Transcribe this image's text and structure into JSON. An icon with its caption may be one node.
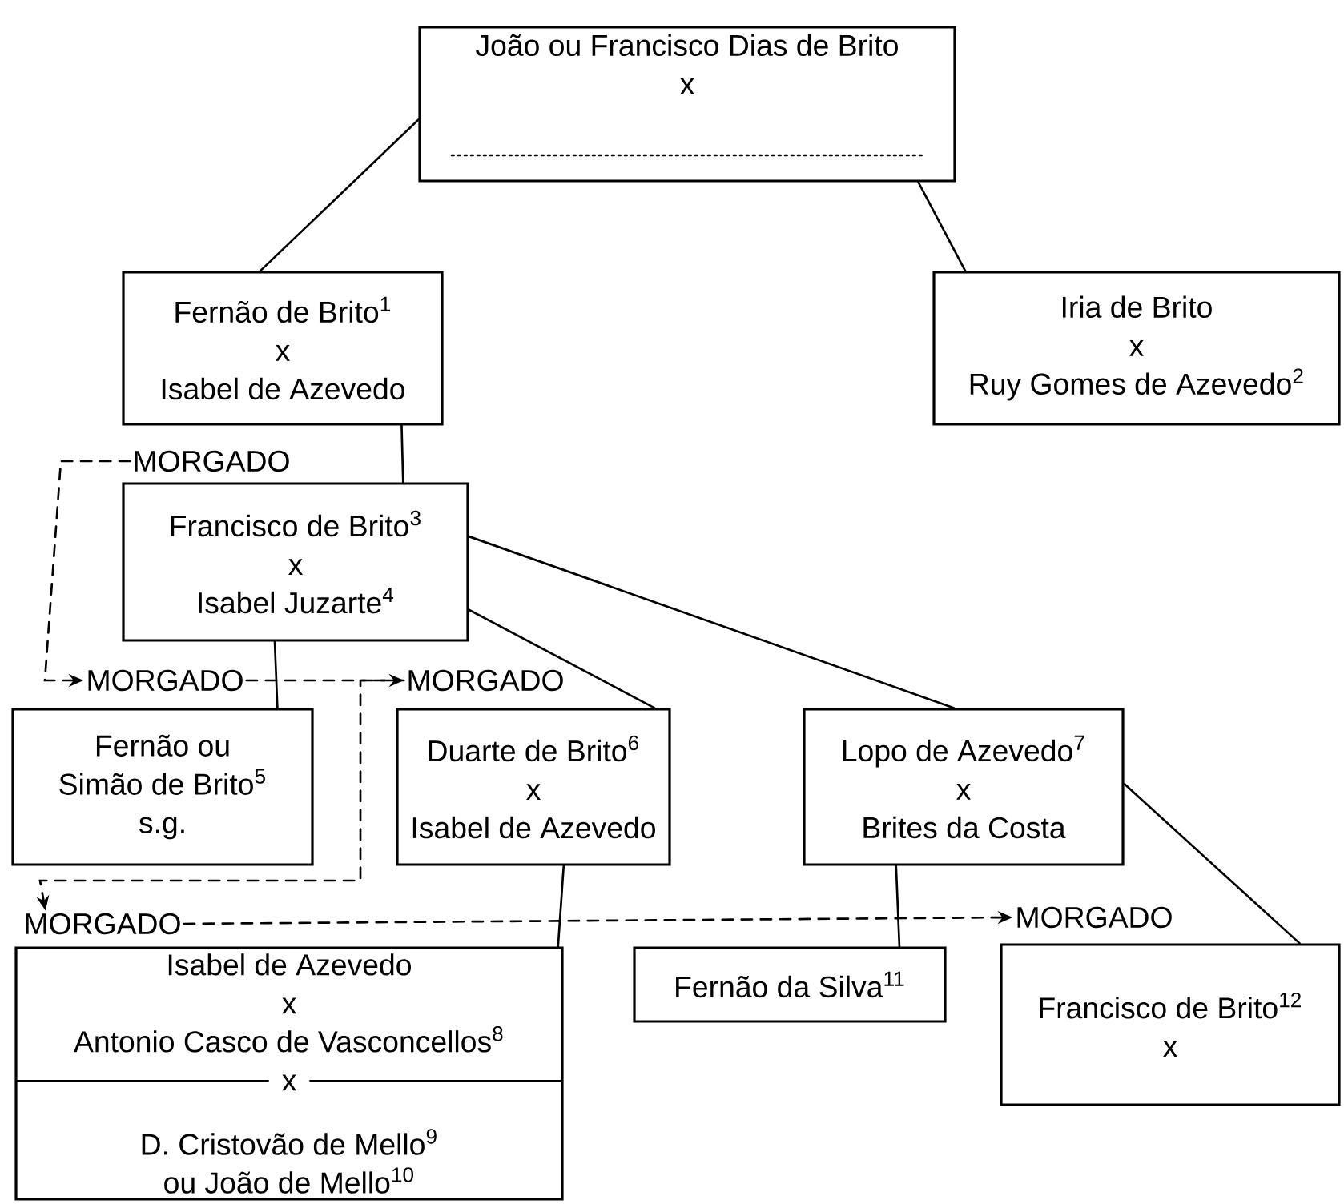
{
  "diagram": {
    "nodes": [
      {
        "text": [
          "João ou Francisco Dias de Brito",
          "x"
        ]
      },
      {
        "text": [
          "Fernão de Brito$^{1}$",
          "x",
          "Isabel de Azevedo"
        ]
      },
      {
        "text": [
          "Iria de Brito",
          "x",
          "Ruy Gomes de Azevedo$^{2}$"
        ]
      },
      {
        "text": [
          "Francisco de Brito$^{3}$",
          "x",
          "Isabel Juzarte$^{4}$"
        ]
      },
      {
        "text": [
          "Fernão ou Simão de Brito$^{5}$",
          "s.g."
        ]
      },
      {
        "text": [
          "Duarte de Brito$^{6}$",
          "x",
          "Isabel de Azevedo"
        ]
      },
      {
        "text": [
          "Lopo de Azevedo$^{7}$",
          "x",
          "Brites da Costa"
        ]
      },
      {
        "text": [
          "Isabel de Azevedo",
          "x",
          "Antonio Casco de Vasconcellos$^{8}$",
          "x",
          "D. Cristovão de Mello$^{9}$ ou João de Mello$^{10}$"
        ]
      },
      {
        "text": [
          "Fernão da Silva$^{11}$"
        ]
      },
      {
        "text": [
          "Francisco de Brito$^{12}$",
          "x"
        ]
      },
      {
        "text": [
          "MORGADO"
        ]
      },
      {
        "text": [
          "MORGADO"
        ]
      },
      {
        "text": [
          "MORGADO"
        ]
      },
      {
        "text": [
          "MORGADO"
        ]
      },
      {
        "text": [
          "MORGADO"
        ]
      }
    ],
    "edges": [
      {
        "from": 0,
        "to": 1,
        "arrow": "none"
      },
      {
        "from": 0,
        "to": 2,
        "arrow": "none"
      },
      {
        "from": 1,
        "to": 3,
        "arrow": "none"
      },
      {
        "from": 3,
        "to": 4,
        "arrow": "none"
      },
      {
        "from": 3,
        "to": 5,
        "arrow": "none"
      },
      {
        "from": 3,
        "to": 6,
        "arrow": "none"
      },
      {
        "from": 5,
        "to": 7,
        "arrow": "none"
      },
      {
        "from": 6,
        "to": 8,
        "arrow": "none"
      },
      {
        "from": 6,
        "to": 9,
        "arrow": "none"
      },
      {
        "from": 10,
        "to": 11,
        "arrow": "to",
        "style": "dashed"
      },
      {
        "from": 11,
        "to": 12,
        "arrow": "to",
        "style": "dashed"
      },
      {
        "from": 12,
        "to": 13,
        "arrow": "to",
        "style": "dashed"
      },
      {
        "from": 13,
        "to": 14,
        "arrow": "to",
        "style": "dashed"
      }
    ]
  }
}
